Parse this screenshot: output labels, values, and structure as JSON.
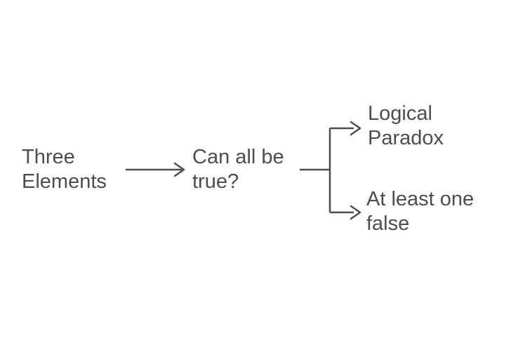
{
  "diagram": {
    "type": "flowchart",
    "direction": "left-to-right",
    "colors": {
      "background": "#ffffff",
      "line": "#4d4d4d",
      "text": "#4d4d4d"
    },
    "arrowhead_style": "open-chevron",
    "nodes": [
      {
        "id": "three-elements",
        "label": "Three Elements"
      },
      {
        "id": "can-all-be-true",
        "label": "Can all be true?"
      },
      {
        "id": "logical-paradox",
        "label": "Logical Paradox"
      },
      {
        "id": "at-least-one-false",
        "label": "At least one false"
      }
    ],
    "edges": [
      {
        "from": "three-elements",
        "to": "can-all-be-true",
        "style": "arrow"
      },
      {
        "from": "can-all-be-true",
        "to": "logical-paradox",
        "style": "arrow"
      },
      {
        "from": "can-all-be-true",
        "to": "at-least-one-false",
        "style": "arrow"
      }
    ]
  }
}
